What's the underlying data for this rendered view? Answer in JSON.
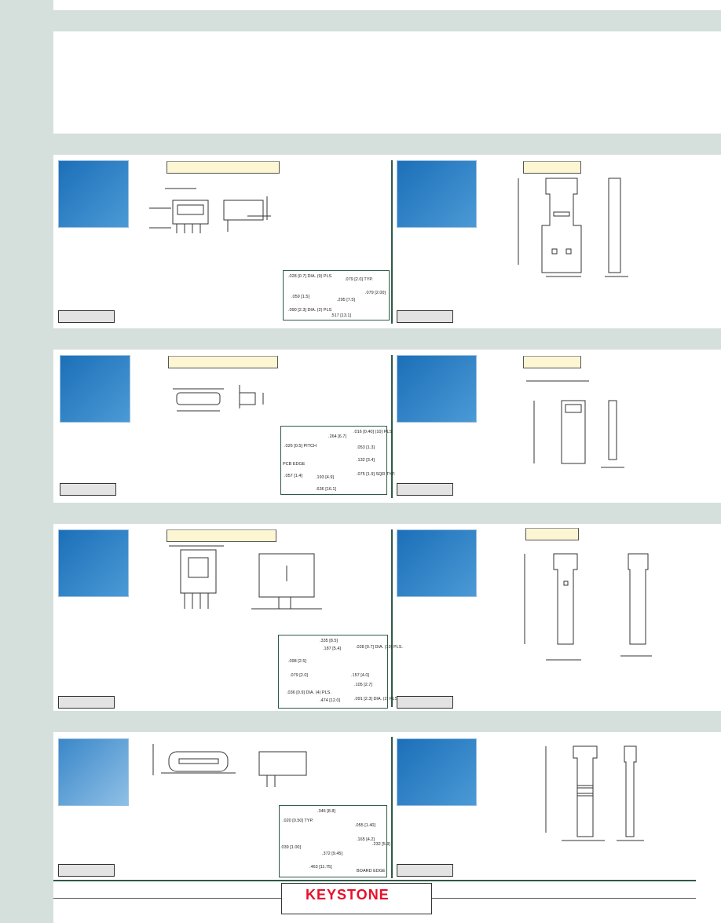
{
  "brand": {
    "logo_text": "KEYSTONE",
    "color": "#e8102a"
  },
  "colors": {
    "band": "#d5e0dd",
    "divider": "#2e5a46",
    "label_fill": "#fdf6d2"
  },
  "pcb_layouts": [
    {
      "notes": [
        ".028 [0.7] DIA. (9) PLS",
        ".079 [2.0] TYP.",
        ".059 [1.5]",
        ".079 [2.00]",
        ".295 [7.5]",
        ".090 [2.3] DIA. (2) PLS",
        ".517 [13.1]"
      ]
    },
    {
      "notes": [
        ".016 [0.40] (10) PLS",
        ".264 [6.7]",
        ".026 [0.5] PITCH",
        ".053 [1.3]",
        "PCB EDGE",
        ".132 [3.4]",
        ".057 [1.4]",
        ".193 [4.9]",
        ".075 [1.9] SQR TYP.",
        ".636 [16.1]"
      ]
    },
    {
      "notes": [
        ".335 [8.5]",
        ".187 [5.4]",
        ".028 [0.7] DIA. (10) PLS.",
        ".098 [2.5]",
        ".079 [2.0]",
        ".157 [4.0]",
        ".036 [0.9] DIA. (4) PLS.",
        ".105 [2.7]",
        ".474 [12.0]",
        ".091 [2.3] DIA. (2) PLS."
      ]
    },
    {
      "notes": [
        ".346 [8.8]",
        ".020 [0.50] TYP.",
        ".055 [1.40]",
        ".039 [1.00]",
        ".165 [4.2]",
        ".232 [5.9]",
        ".372 [9.45]",
        ".463 [11.75]",
        "BOARD EDGE"
      ]
    }
  ]
}
